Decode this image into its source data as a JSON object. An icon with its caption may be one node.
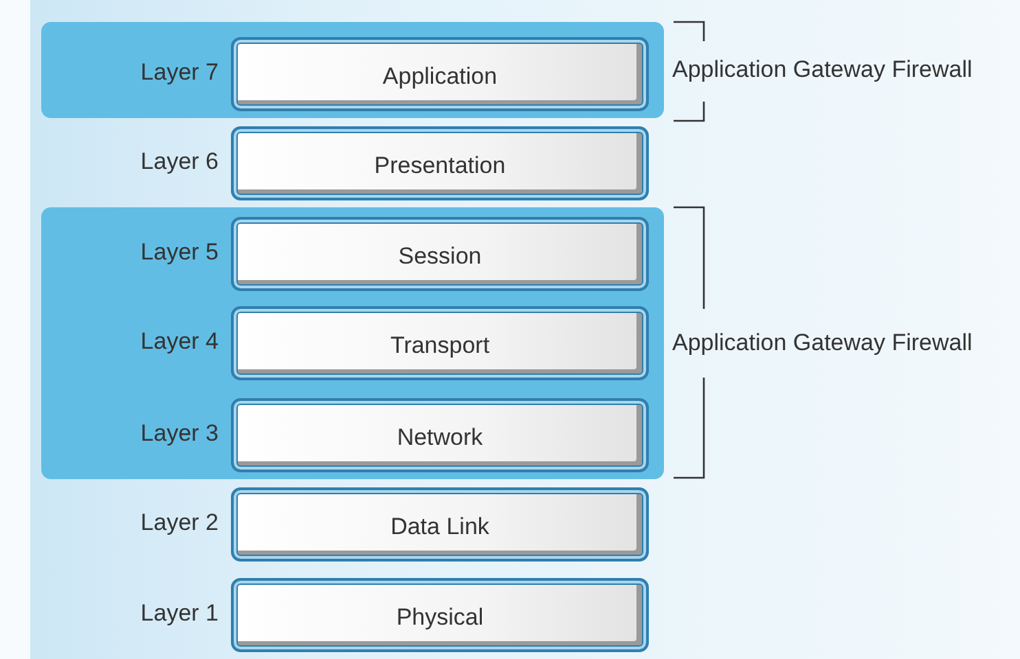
{
  "diagram": {
    "nodes": [
      {
        "text": [],
        "shape": "bar"
      },
      {
        "text": [
          "Application"
        ],
        "in": 0,
        "beside": [
          "Layer 7"
        ]
      },
      {
        "text": [
          "Presentation"
        ],
        "beside": [
          "Layer 6"
        ]
      },
      {
        "text": [],
        "shape": "bar"
      },
      {
        "text": [
          "Session"
        ],
        "in": 3,
        "beside": [
          "Layer 5"
        ]
      },
      {
        "text": [
          "Transport"
        ],
        "in": 3,
        "beside": [
          "Layer 4"
        ]
      },
      {
        "text": [
          "Network"
        ],
        "in": 3,
        "beside": [
          "Layer 3"
        ]
      },
      {
        "text": [
          "Data Link"
        ],
        "beside": [
          "Layer 2"
        ]
      },
      {
        "text": [
          "Physical"
        ],
        "beside": [
          "Layer 1"
        ]
      }
    ],
    "labels": [
      "Application Gateway Firewall",
      "Application Gateway Firewall"
    ]
  }
}
